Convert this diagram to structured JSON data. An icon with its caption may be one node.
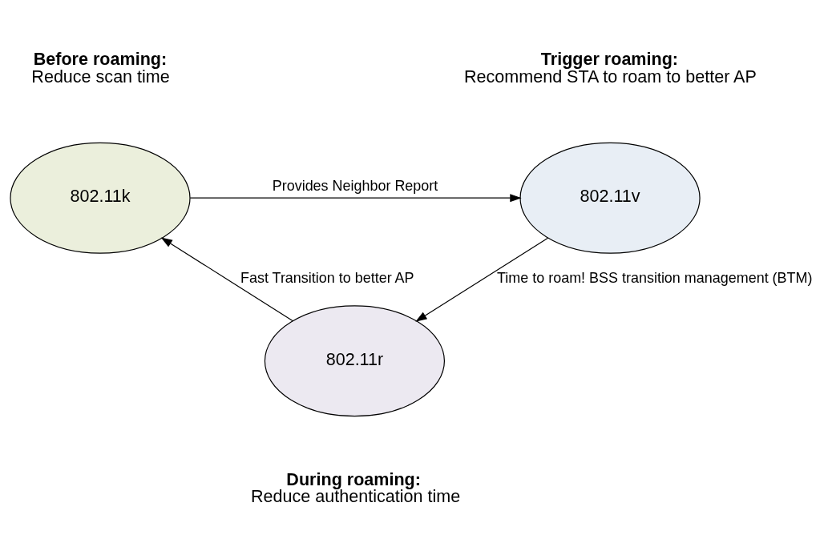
{
  "diagram": {
    "nodes": [
      {
        "text": [
          "802.11k"
        ],
        "beside": [
          "Before roaming:",
          "Reduce scan time"
        ]
      },
      {
        "text": [
          "802.11v"
        ],
        "beside": [
          "Trigger roaming:",
          "Recommend STA to roam to better AP"
        ]
      },
      {
        "text": [
          "802.11r"
        ],
        "beside": [
          "During roaming:",
          "Reduce authentication time"
        ]
      }
    ],
    "edges": [
      {
        "from": 0,
        "to": 1,
        "arrow": "to",
        "label": "Provides Neighbor Report"
      },
      {
        "from": 1,
        "to": 2,
        "arrow": "to",
        "label": "Time to roam! BSS transition management (BTM)"
      },
      {
        "from": 2,
        "to": 0,
        "arrow": "to",
        "label": "Fast Transition to better AP"
      }
    ]
  }
}
